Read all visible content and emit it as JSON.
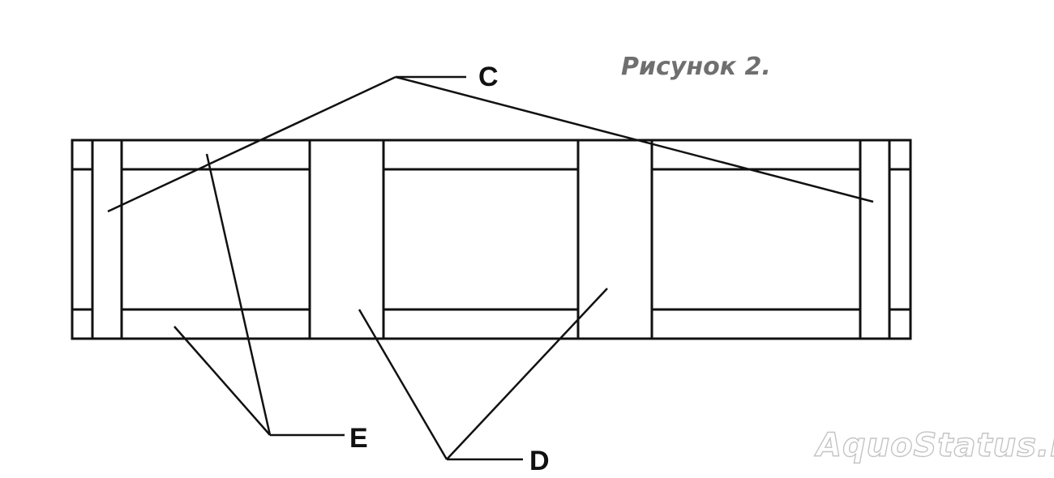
{
  "caption": "Рисунок 2.",
  "labels": {
    "c": "C",
    "d": "D",
    "e": "E"
  },
  "watermark": "AquoStatus.ru",
  "colors": {
    "lines": "#111111",
    "caption": "#6f6f6f",
    "watermark_outline": "#c4c4c4",
    "background": "#ffffff"
  }
}
